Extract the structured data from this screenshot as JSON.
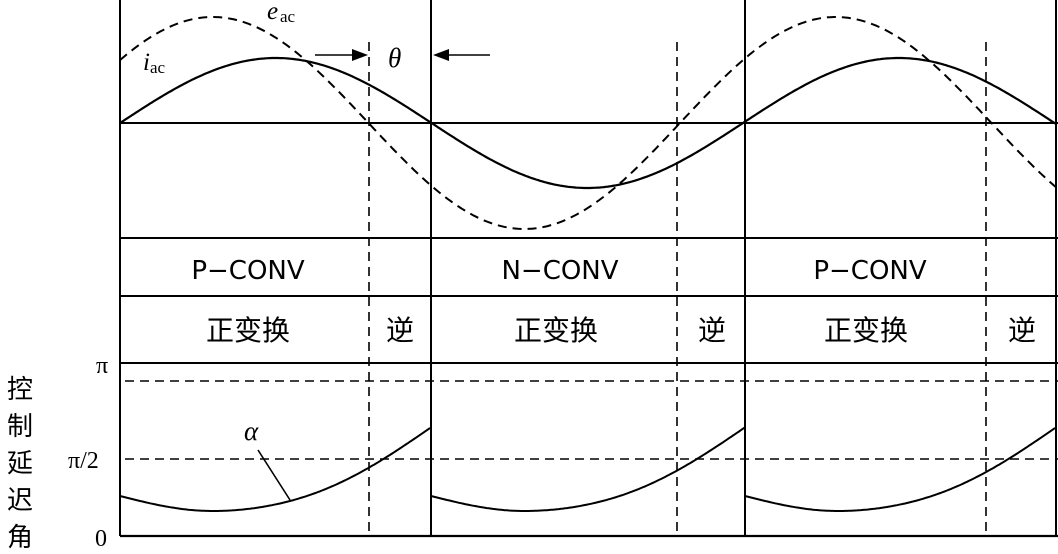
{
  "waveforms": {
    "e_label": "e",
    "e_sub": "ac",
    "i_label": "i",
    "i_sub": "ac",
    "theta_label": "θ"
  },
  "converter_row": [
    "P−CONV",
    "N−CONV",
    "P−CONV"
  ],
  "mode_row": {
    "forward": "正变换",
    "inverse": "逆"
  },
  "control_plot": {
    "axis_title": "控制延迟角",
    "tick_pi": "π",
    "tick_half_pi": "π/2",
    "tick_zero": "0",
    "alpha_label": "α"
  }
}
